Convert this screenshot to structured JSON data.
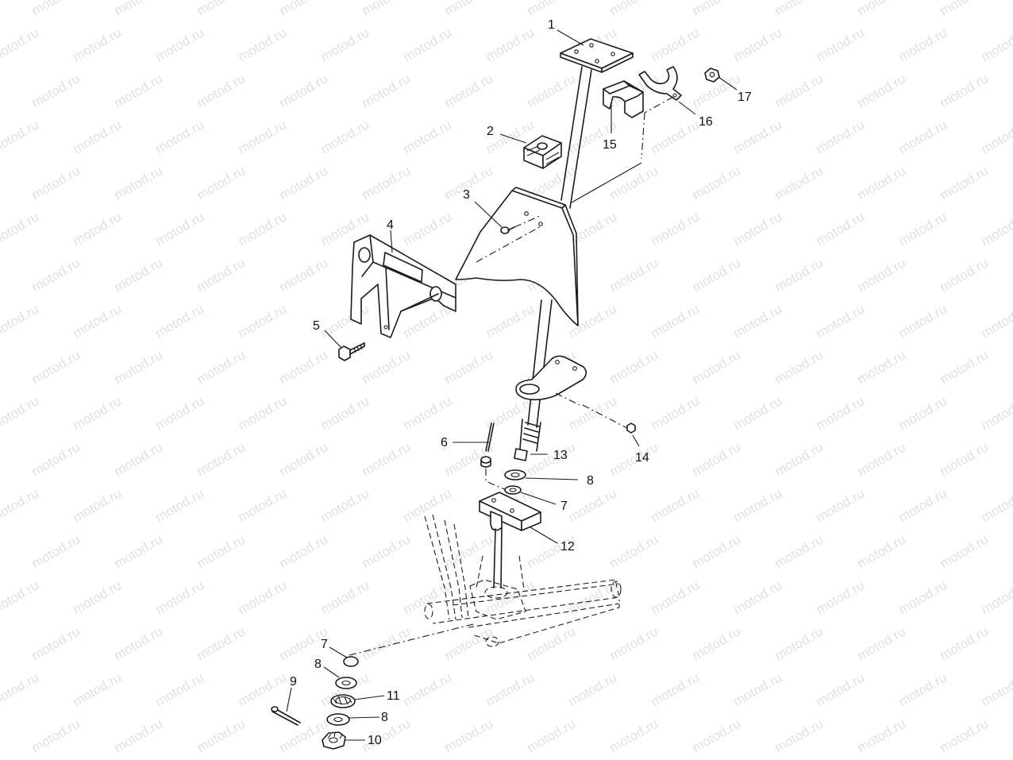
{
  "watermark": {
    "text": "motod.ru",
    "color": "#e1e1e1"
  },
  "callouts": [
    {
      "id": "callout-1",
      "label": "1"
    },
    {
      "id": "callout-2",
      "label": "2"
    },
    {
      "id": "callout-3",
      "label": "3"
    },
    {
      "id": "callout-4",
      "label": "4"
    },
    {
      "id": "callout-5",
      "label": "5"
    },
    {
      "id": "callout-6",
      "label": "6"
    },
    {
      "id": "callout-7a",
      "label": "7"
    },
    {
      "id": "callout-7b",
      "label": "7"
    },
    {
      "id": "callout-8a",
      "label": "8"
    },
    {
      "id": "callout-8b",
      "label": "8"
    },
    {
      "id": "callout-8c",
      "label": "8"
    },
    {
      "id": "callout-9",
      "label": "9"
    },
    {
      "id": "callout-10",
      "label": "10"
    },
    {
      "id": "callout-11",
      "label": "11"
    },
    {
      "id": "callout-12",
      "label": "12"
    },
    {
      "id": "callout-13",
      "label": "13"
    },
    {
      "id": "callout-14",
      "label": "14"
    },
    {
      "id": "callout-15",
      "label": "15"
    },
    {
      "id": "callout-16",
      "label": "16"
    },
    {
      "id": "callout-17",
      "label": "17"
    }
  ]
}
